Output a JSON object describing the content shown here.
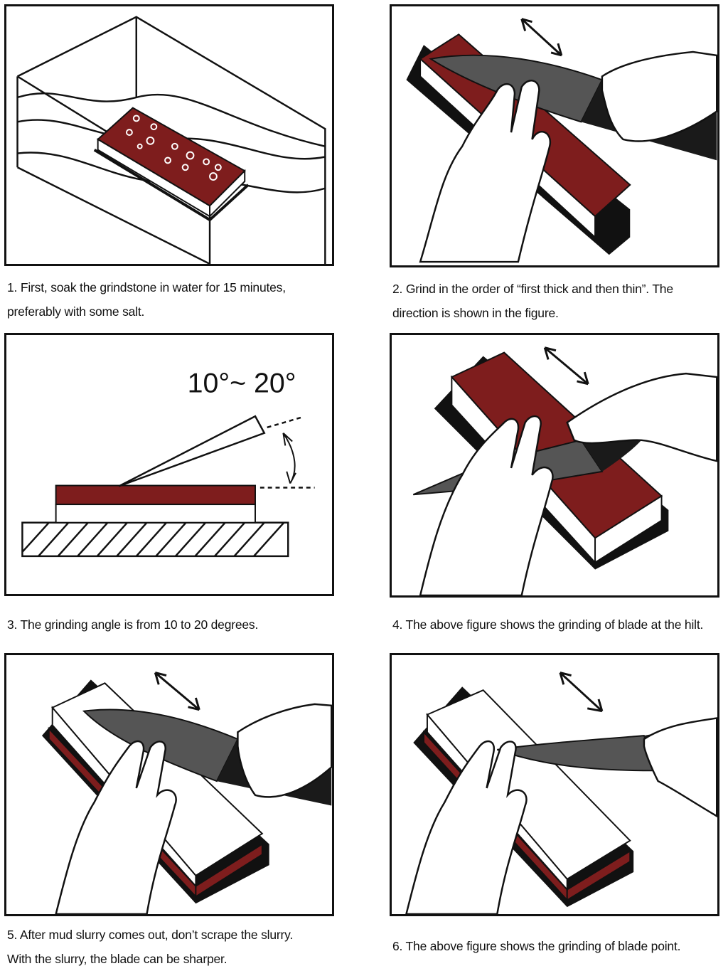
{
  "colors": {
    "stone_dark": "#6b1414",
    "stone_mid": "#7e1d1d",
    "blade": "#555555",
    "handle": "#1a1a1a",
    "outline": "#111111"
  },
  "steps": [
    {
      "line1": "1.  First, soak the grindstone in water for 15 minutes,",
      "line2": "preferably with some salt."
    },
    {
      "line1": "2.  Grind in the order of  “first thick and then thin”. The",
      "line2": "direction is shown in the figure."
    },
    {
      "line1": "3.  The grinding angle is from 10 to 20 degrees.",
      "line2": ""
    },
    {
      "line1": "4.  The above figure shows the grinding of blade at the hilt.",
      "line2": ""
    },
    {
      "line1": "5.  After mud slurry comes out, don’t  scrape the slurry.",
      "line2": "With the slurry, the blade can be sharper."
    },
    {
      "line1": "6.  The above figure shows the grinding of blade point.",
      "line2": ""
    }
  ],
  "angle_label": "10°~ 20°"
}
